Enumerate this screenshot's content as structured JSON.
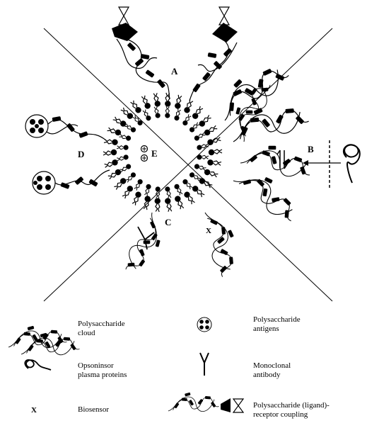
{
  "diagram": {
    "region_labels": {
      "A": "A",
      "B": "B",
      "C": "C",
      "D": "D",
      "E": "E",
      "X": "X"
    }
  },
  "legend": {
    "polysaccharide_cloud": "Polysaccharide\ncloud",
    "polysaccharide_antigens": "Polysaccharide\nantigens",
    "opsonins_plasma_proteins": "Opsoninsor\nplasma proteins",
    "monoclonal_antibody": "Monoclonal\nantibody",
    "biosensor_symbol": "X",
    "biosensor": "Biosensor",
    "ligand_receptor_coupling": "Polysaccharide (ligand)-\nreceptor coupling"
  },
  "colors": {
    "ink": "#000000",
    "background": "#ffffff"
  }
}
